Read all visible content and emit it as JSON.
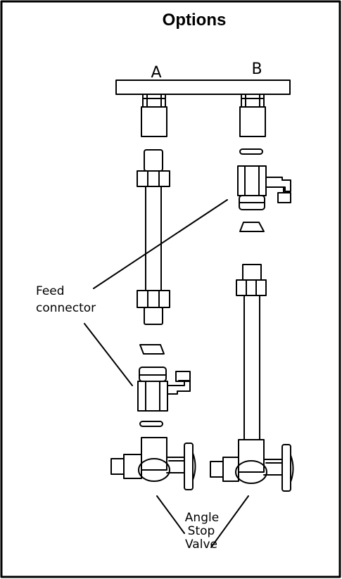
{
  "title": "Options",
  "columns": {
    "a": "A",
    "b": "B"
  },
  "callouts": {
    "feed_connector": [
      "Feed",
      "connector"
    ],
    "angle_stop_valve": [
      "Angle",
      "Stop",
      "Valve"
    ]
  },
  "colors": {
    "line": "#000000",
    "background": "#ffffff"
  }
}
